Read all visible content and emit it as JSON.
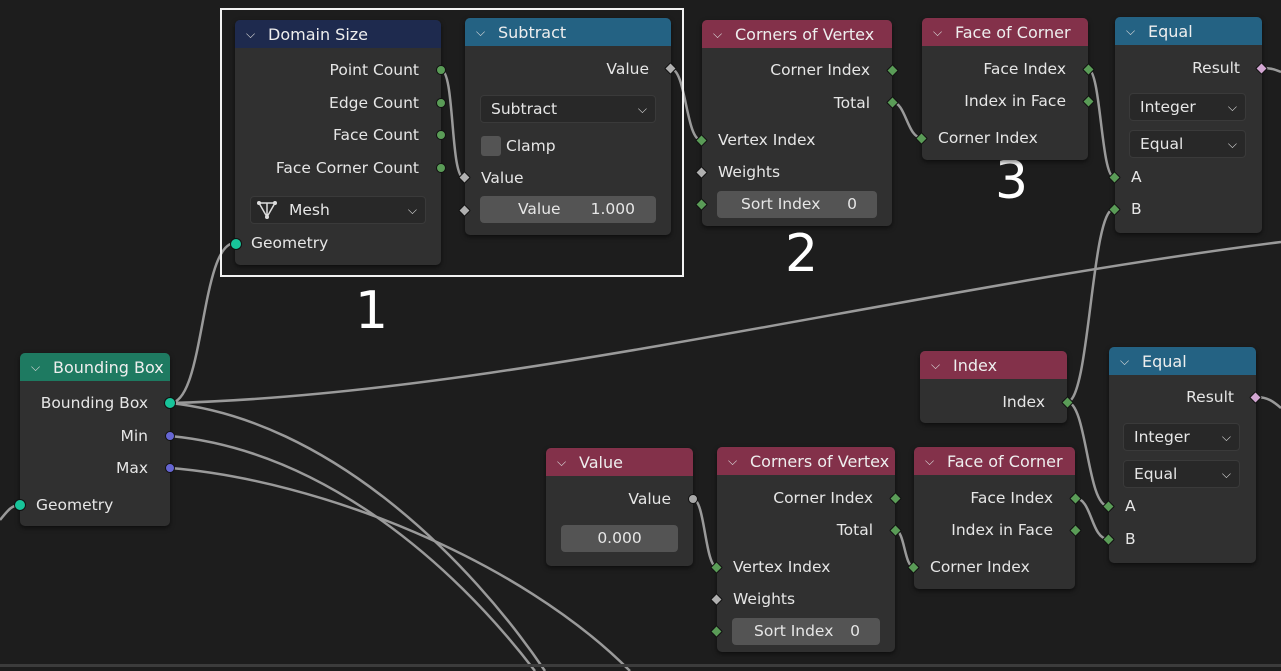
{
  "annotations": {
    "one": "1",
    "two": "2",
    "three": "3"
  },
  "colors": {
    "input_header": "#1e2a4e",
    "math_header": "#246283",
    "topology_header": "#83314a",
    "geometry_header": "#1e7a61",
    "int_socket": "#5a9c57",
    "geometry_socket": "#18c49a",
    "vector_socket": "#6565d2",
    "bool_socket": "#d2a6d2"
  },
  "icons": {
    "collapse": "chevron-down-icon",
    "mesh": "mesh-icon",
    "dropdown": "dropdown-arrow-icon"
  },
  "nodes": {
    "domain_size": {
      "title": "Domain Size",
      "outputs": [
        "Point Count",
        "Edge Count",
        "Face Count",
        "Face Corner Count"
      ],
      "domain_value": "Mesh",
      "input": "Geometry"
    },
    "subtract": {
      "title": "Subtract",
      "output": "Value",
      "operation": "Subtract",
      "clamp_label": "Clamp",
      "input_label": "Value",
      "value_label": "Value",
      "value": "1.000"
    },
    "corners_of_vertex_top": {
      "title": "Corners of Vertex",
      "outputs": [
        "Corner Index",
        "Total"
      ],
      "inputs": [
        "Vertex Index",
        "Weights"
      ],
      "sort_label": "Sort Index",
      "sort_value": "0"
    },
    "face_of_corner_top": {
      "title": "Face of Corner",
      "outputs": [
        "Face Index",
        "Index in Face"
      ],
      "input": "Corner Index"
    },
    "equal_top": {
      "title": "Equal",
      "output": "Result",
      "data_type": "Integer",
      "mode": "Equal",
      "inputs": [
        "A",
        "B"
      ]
    },
    "bounding_box": {
      "title": "Bounding Box",
      "outputs": [
        "Bounding Box",
        "Min",
        "Max"
      ],
      "input": "Geometry"
    },
    "index": {
      "title": "Index",
      "output": "Index"
    },
    "equal_bottom": {
      "title": "Equal",
      "output": "Result",
      "data_type": "Integer",
      "mode": "Equal",
      "inputs": [
        "A",
        "B"
      ]
    },
    "value": {
      "title": "Value",
      "output": "Value",
      "value": "0.000"
    },
    "corners_of_vertex_bottom": {
      "title": "Corners of Vertex",
      "outputs": [
        "Corner Index",
        "Total"
      ],
      "inputs": [
        "Vertex Index",
        "Weights"
      ],
      "sort_label": "Sort Index",
      "sort_value": "0"
    },
    "face_of_corner_bottom": {
      "title": "Face of Corner",
      "outputs": [
        "Face Index",
        "Index in Face"
      ],
      "input": "Corner Index"
    }
  }
}
